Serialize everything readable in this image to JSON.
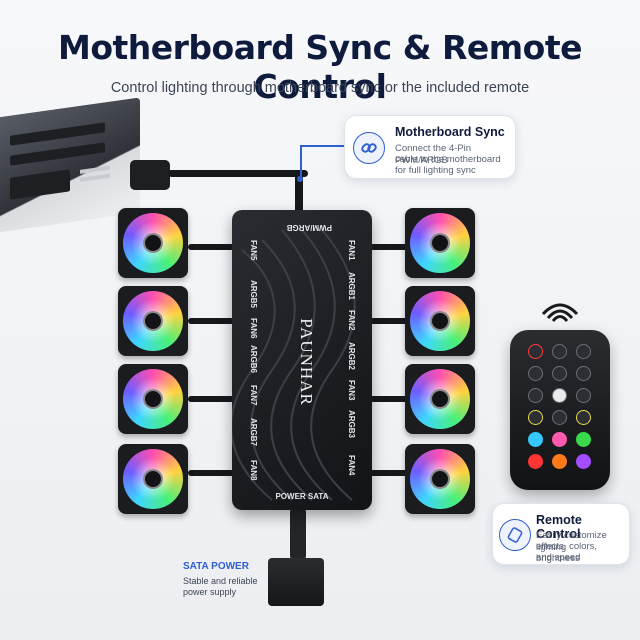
{
  "header": {
    "title": "Motherboard Sync & Remote Control",
    "subtitle": "Control lighting through motherboard sync or the included remote"
  },
  "hub": {
    "brand": "PAUNHAR",
    "top_label": "PWM/ARGB",
    "bottom_label": "POWER SATA",
    "left_labels": [
      "FAN5",
      "ARGB5",
      "FAN6",
      "ARGB6",
      "FAN7",
      "ARGB7",
      "FAN8"
    ],
    "right_labels": [
      "FAN1",
      "ARGB1",
      "FAN2",
      "ARGB2",
      "FAN3",
      "ARGB3",
      "FAN4"
    ]
  },
  "callouts": {
    "mobo_sync": {
      "title": "Motherboard Sync",
      "desc_line1": "Connect the 4-Pin PWM/ARGB",
      "desc_line2": "cable to the motherboard",
      "desc_line3": "for full lighting sync",
      "icon": "link-icon"
    },
    "remote": {
      "title": "Remote Control",
      "desc_line1": "Easily customize lighting",
      "desc_line2": "effects, colors, brightness",
      "desc_line3": "and speed",
      "icon": "remote-icon"
    },
    "sata": {
      "title": "SATA POWER",
      "desc_line1": "Stable and reliable",
      "desc_line2": "power supply"
    }
  },
  "colors": {
    "accent": "#2f5fd0",
    "title": "#0f1b3d",
    "remote_buttons": [
      "#ff3b3b",
      "#39d98a",
      "#3b7bff",
      "#36c9ff",
      "#ff5ab0",
      "#39d94a",
      "#ff7a1a",
      "#ff3535",
      "#a24dff"
    ]
  }
}
